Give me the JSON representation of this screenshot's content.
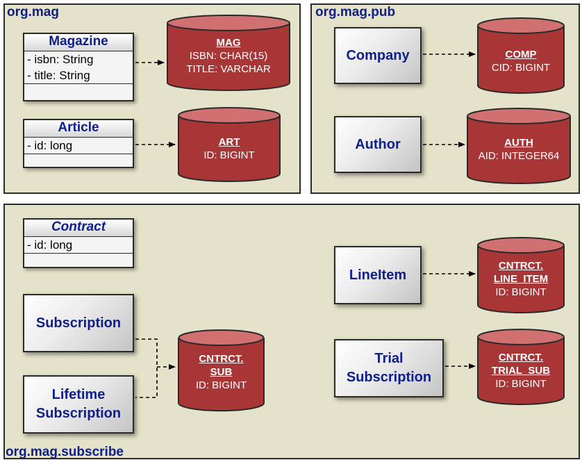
{
  "colors": {
    "package_fill": "#e4e2c8",
    "label_blue": "#10208a",
    "cylinder_red": "#a93636"
  },
  "packages": {
    "mag": "org.mag",
    "pub": "org.mag.pub",
    "subscribe": "org.mag.subscribe"
  },
  "classes": {
    "magazine": {
      "name": "Magazine",
      "attrs": [
        "- isbn: String",
        "- title: String"
      ]
    },
    "article": {
      "name": "Article",
      "attrs": [
        "- id: long"
      ]
    },
    "contract": {
      "name": "Contract",
      "attrs": [
        "- id: long"
      ]
    }
  },
  "entities": {
    "company": "Company",
    "author": "Author",
    "subscription": "Subscription",
    "lifetime_line1": "Lifetime",
    "lifetime_line2": "Subscription",
    "lineitem": "LineItem",
    "trial_line1": "Trial",
    "trial_line2": "Subscription"
  },
  "tables": {
    "mag": {
      "lines": [
        "MAG",
        "ISBN: CHAR(15)",
        "TITLE: VARCHAR"
      ]
    },
    "art": {
      "lines": [
        "ART",
        "ID: BIGINT"
      ]
    },
    "comp": {
      "lines": [
        "COMP",
        "CID: BIGINT"
      ]
    },
    "auth": {
      "lines": [
        "AUTH",
        "AID: INTEGER64"
      ]
    },
    "cntrct_line_item": {
      "lines": [
        "CNTRCT.",
        "LINE_ITEM",
        "ID: BIGINT"
      ]
    },
    "cntrct_sub": {
      "lines": [
        "CNTRCT.",
        "SUB",
        "ID: BIGINT"
      ]
    },
    "cntrct_trial_sub": {
      "lines": [
        "CNTRCT.",
        "TRIAL_SUB",
        "ID: BIGINT"
      ]
    }
  }
}
